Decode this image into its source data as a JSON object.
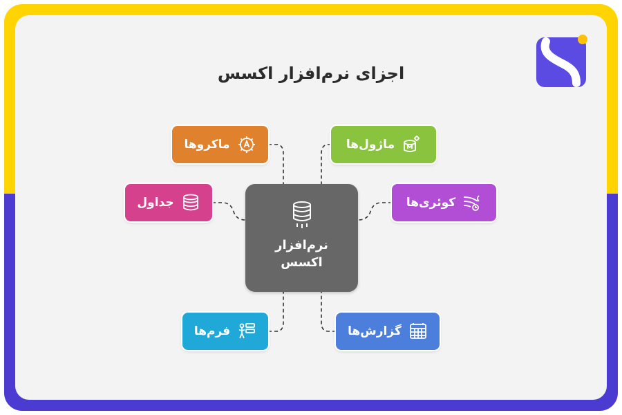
{
  "title": "اجزای نرم‌افزار اکسس",
  "center": {
    "label": "نرم‌افزار\nاکسس",
    "icon": "database-icon"
  },
  "nodes": {
    "macros": {
      "label": "ماکروها",
      "icon": "macro-gear-icon",
      "color": "#E0822D"
    },
    "tables": {
      "label": "جداول",
      "icon": "database-icon",
      "color": "#D6418D"
    },
    "forms": {
      "label": "فرم‌ها",
      "icon": "form-fill-icon",
      "color": "#1FA8D8"
    },
    "modules": {
      "label": "ماژول‌ها",
      "icon": "module-chip-icon",
      "color": "#8AC43F"
    },
    "queries": {
      "label": "کوئری‌ها",
      "icon": "query-wind-icon",
      "color": "#B24ED6"
    },
    "reports": {
      "label": "گزارش‌ها",
      "icon": "report-table-icon",
      "color": "#4C7FDB"
    }
  },
  "colors": {
    "frame_top": "#FFD400",
    "frame_bottom": "#4B3BD1",
    "center_box": "#676767",
    "logo": "#5B4BE3"
  }
}
